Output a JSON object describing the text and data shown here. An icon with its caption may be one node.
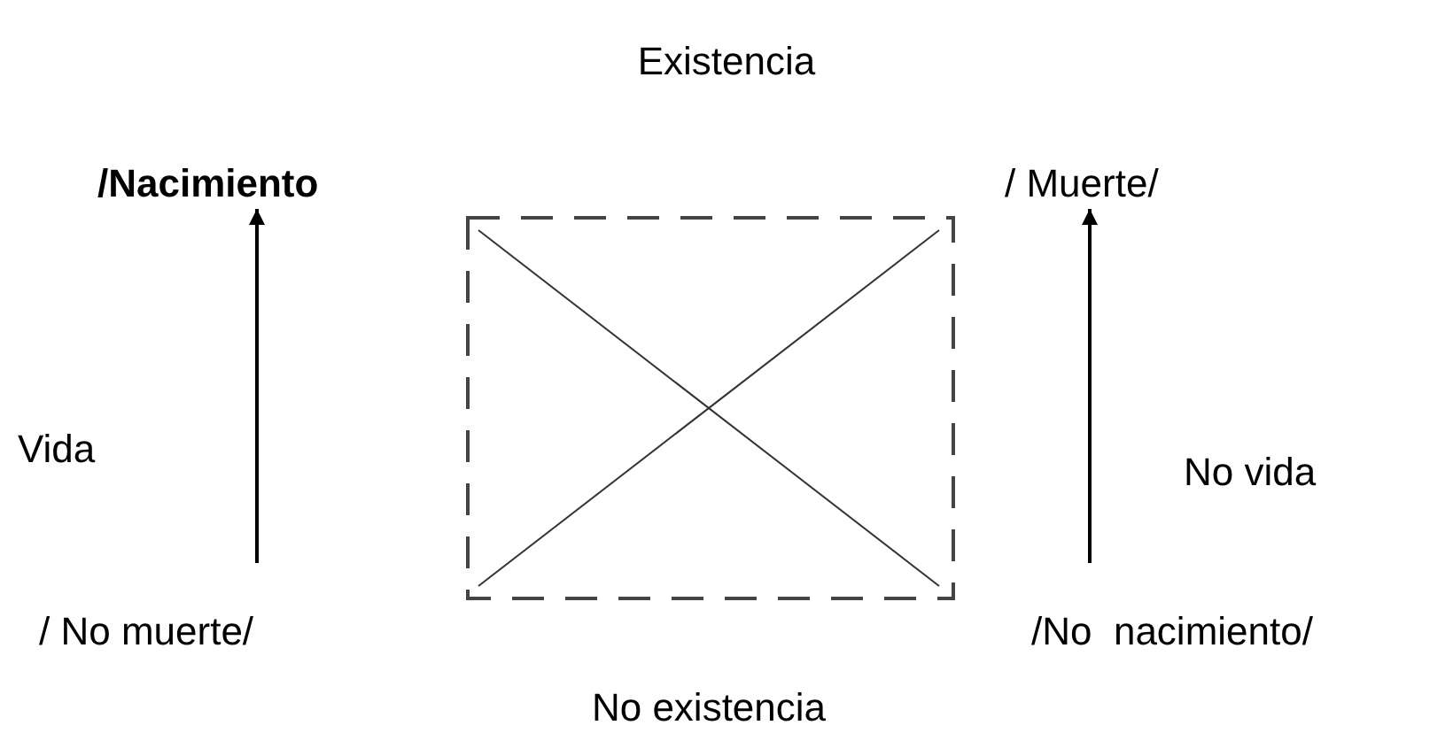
{
  "diagram": {
    "nodes": [
      {
        "text": [
          "/Nacimiento"
        ]
      },
      {
        "text": [
          "/ Muerte/"
        ]
      },
      {
        "text": [
          "/ No muerte/"
        ]
      },
      {
        "text": [
          "/No  nacimiento/"
        ]
      }
    ],
    "edges": [
      {
        "from": 2,
        "to": 0,
        "arrow": "to"
      },
      {
        "from": 3,
        "to": 1,
        "arrow": "to"
      }
    ],
    "labels": [
      "Existencia",
      "Vida",
      "No vida",
      "No existencia"
    ]
  }
}
